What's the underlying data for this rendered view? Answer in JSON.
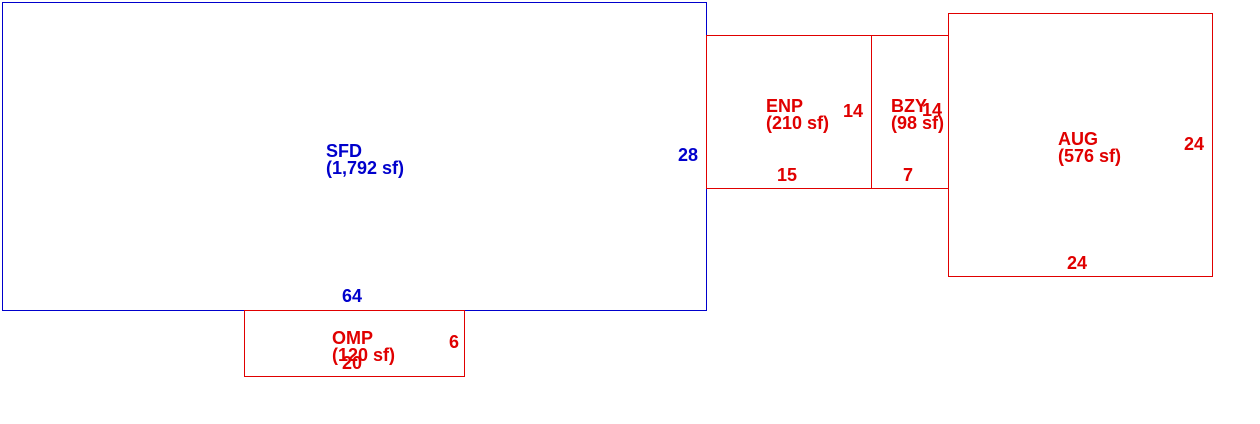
{
  "colors": {
    "main_structure": "#0000cc",
    "additions": "#e00000",
    "background": "#ffffff"
  },
  "areas": {
    "sfd": {
      "code": "SFD",
      "area": "(1,792 sf)",
      "dim_width": "64",
      "dim_depth": "28"
    },
    "enp": {
      "code": "ENP",
      "area": "(210 sf)",
      "dim_width": "15",
      "dim_depth": "14"
    },
    "bzy": {
      "code": "BZY",
      "area": "(98 sf)",
      "dim_width": "7",
      "dim_depth": "14"
    },
    "aug": {
      "code": "AUG",
      "area": "(576 sf)",
      "dim_width": "24",
      "dim_depth": "24"
    },
    "omp": {
      "code": "OMP",
      "area": "(120 sf)",
      "dim_width": "20",
      "dim_depth": "6"
    }
  }
}
